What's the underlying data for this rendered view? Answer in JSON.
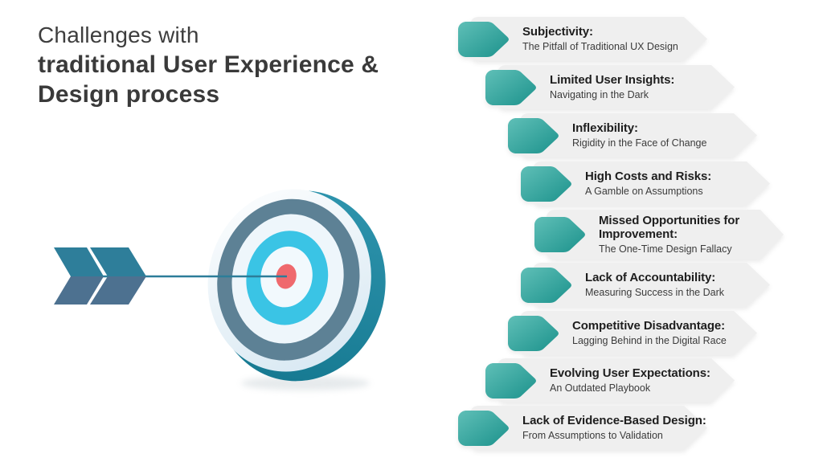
{
  "header": {
    "title_light": "Challenges with",
    "title_bold_line1": "traditional User Experience &",
    "title_bold_line2": "Design process"
  },
  "challenges": [
    {
      "title": "Subjectivity:",
      "subtitle": "The Pitfall of Traditional UX Design"
    },
    {
      "title": "Limited User Insights:",
      "subtitle": "Navigating in the Dark"
    },
    {
      "title": "Inflexibility:",
      "subtitle": "Rigidity in the Face of Change"
    },
    {
      "title": "High Costs and Risks:",
      "subtitle": "A Gamble on Assumptions"
    },
    {
      "title": "Missed Opportunities for Improvement:",
      "subtitle": "The One-Time Design Fallacy"
    },
    {
      "title": "Lack of Accountability:",
      "subtitle": "Measuring Success in the Dark"
    },
    {
      "title": "Competitive Disadvantage:",
      "subtitle": "Lagging Behind in the Digital Race"
    },
    {
      "title": "Evolving User Expectations:",
      "subtitle": "An Outdated Playbook"
    },
    {
      "title": "Lack of Evidence-Based Design:",
      "subtitle": "From Assumptions to Validation"
    }
  ],
  "illustration": {
    "icon": "target-with-arrow-icon",
    "description_visible": ""
  },
  "colors": {
    "title_text": "#3e3e3e",
    "banner_bg": "#efefef",
    "row_title_text": "#1e1e1e",
    "row_subtitle_text": "#3b3b3b",
    "tag_gradient_start": "#5fbfb7",
    "tag_gradient_end": "#1c928c",
    "target_rim_top": "#2d93ac",
    "target_rim_bottom": "#177a92",
    "target_face_light": "#ffffff",
    "target_face_shade": "#d9e9f3",
    "target_ring_slate": "#5d8195",
    "target_ring_light": "#eef6fb",
    "target_ring_cyan": "#3ac4e5",
    "target_ring_inner_light": "#f2f9fd",
    "target_bullseye_red": "#ef696d",
    "arrow_shaft": "#2c7d99",
    "fletching_upper": "#2e7e9a",
    "fletching_lower": "#4d7190",
    "shadow": "#b9c4ca"
  }
}
